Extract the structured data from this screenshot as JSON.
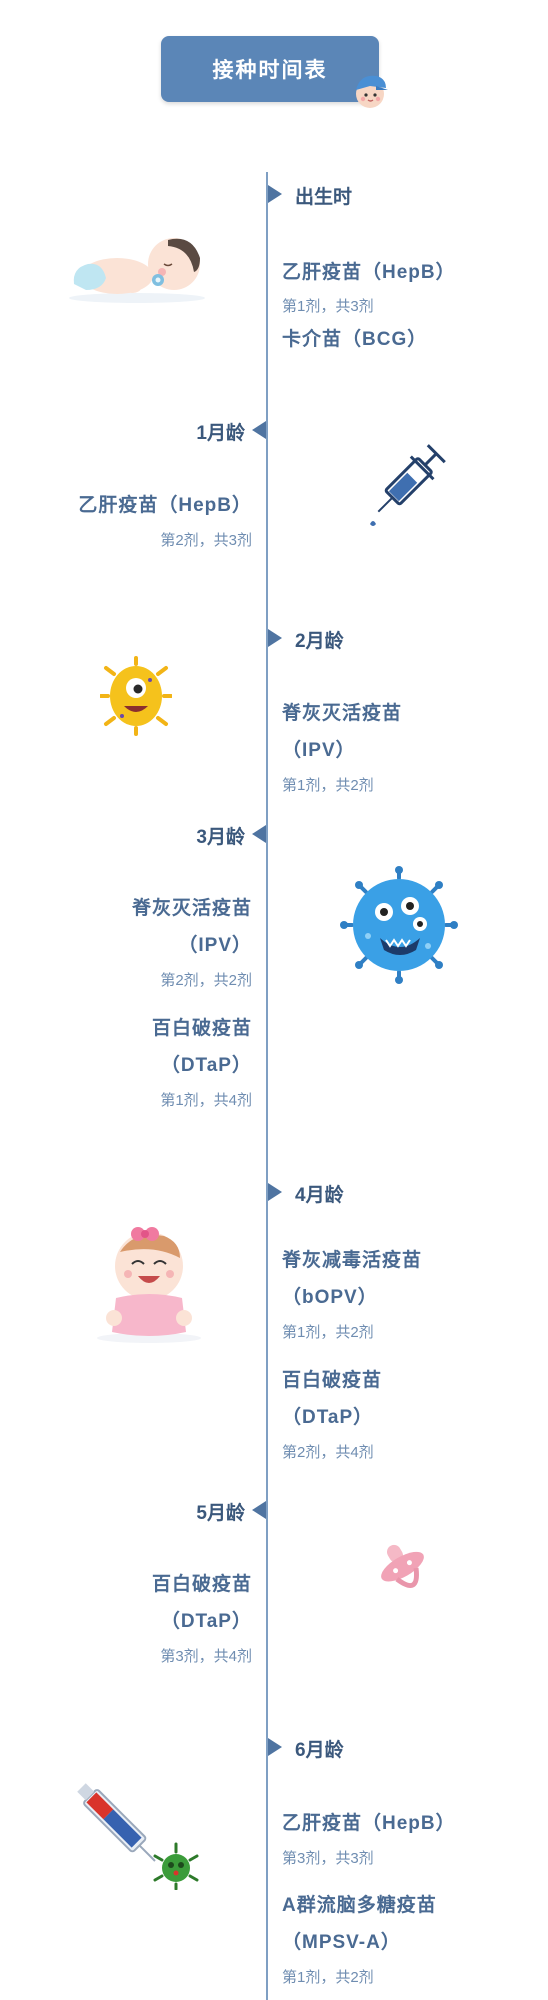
{
  "title": "接种时间表",
  "colors": {
    "accent": "#5b86b7",
    "line": "#7f9fc3",
    "text": "#4a6a92"
  },
  "timeline": [
    {
      "age": "出生时",
      "illustration": "sleeping-baby-icon",
      "vaccines": [
        {
          "name": "乙肝疫苗（HepB）",
          "dose": "第1剂，共3剂"
        },
        {
          "name": "卡介苗（BCG）",
          "dose": ""
        }
      ]
    },
    {
      "age": "1月龄",
      "illustration": "syringe-icon",
      "vaccines": [
        {
          "name": "乙肝疫苗（HepB）",
          "dose": "第2剂，共3剂"
        }
      ]
    },
    {
      "age": "2月龄",
      "illustration": "yellow-germ-icon",
      "vaccines": [
        {
          "name_lines": [
            "脊灰灭活疫苗",
            "（IPV）"
          ],
          "dose": "第1剂，共2剂"
        }
      ]
    },
    {
      "age": "3月龄",
      "illustration": "blue-virus-icon",
      "vaccines": [
        {
          "name_lines": [
            "脊灰灭活疫苗",
            "（IPV）"
          ],
          "dose": "第2剂，共2剂"
        },
        {
          "name_lines": [
            "百白破疫苗",
            "（DTaP）"
          ],
          "dose": "第1剂，共4剂"
        }
      ]
    },
    {
      "age": "4月龄",
      "illustration": "baby-girl-icon",
      "vaccines": [
        {
          "name_lines": [
            "脊灰减毒活疫苗",
            "（bOPV）"
          ],
          "dose": "第1剂，共2剂"
        },
        {
          "name_lines": [
            "百白破疫苗",
            "（DTaP）"
          ],
          "dose": "第2剂，共4剂"
        }
      ]
    },
    {
      "age": "5月龄",
      "illustration": "pacifier-icon",
      "vaccines": [
        {
          "name_lines": [
            "百白破疫苗",
            "（DTaP）"
          ],
          "dose": "第3剂，共4剂"
        }
      ]
    },
    {
      "age": "6月龄",
      "illustration": "syringe-with-germ-icon",
      "vaccines": [
        {
          "name": "乙肝疫苗（HepB）",
          "dose": "第3剂，共3剂"
        },
        {
          "name_lines": [
            "A群流脑多糖疫苗",
            "（MPSV-A）"
          ],
          "dose": "第1剂，共2剂"
        }
      ]
    }
  ]
}
